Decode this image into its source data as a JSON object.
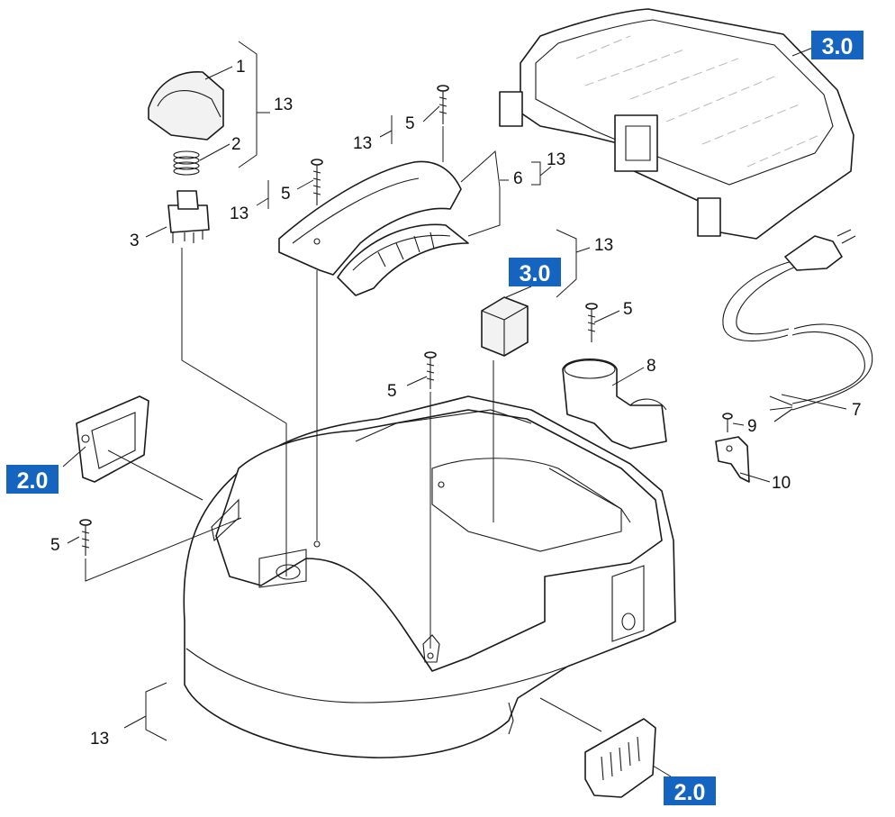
{
  "colors": {
    "reference_box": "#1565c0",
    "reference_text": "#ffffff",
    "line": "#1a1a1a"
  },
  "callouts": {
    "c1": "1",
    "c2": "2",
    "c3": "3",
    "c5a": "5",
    "c5b": "5",
    "c5c": "5",
    "c5d": "5",
    "c5e": "5",
    "c6": "6",
    "c7": "7",
    "c8": "8",
    "c9": "9",
    "c10": "10",
    "c13a": "13",
    "c13b": "13",
    "c13c": "13",
    "c13d": "13",
    "c13e": "13",
    "c13f": "13"
  },
  "references": {
    "r30_top": "3.0",
    "r30_mid": "3.0",
    "r20_left": "2.0",
    "r20_bottom": "2.0"
  }
}
